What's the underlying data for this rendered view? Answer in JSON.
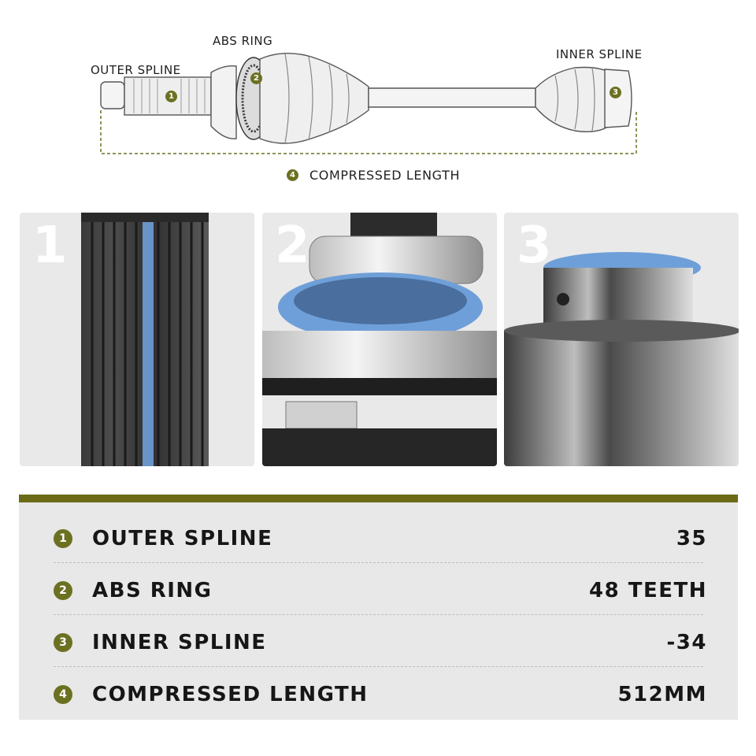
{
  "diagram": {
    "callouts": {
      "abs_ring": "ABS RING",
      "outer_spline": "OUTER SPLINE",
      "inner_spline": "INNER SPLINE"
    },
    "badges": [
      "1",
      "2",
      "3",
      "4"
    ],
    "compressed_label": "COMPRESSED LENGTH"
  },
  "panels": [
    {
      "number": "1",
      "subject": "outer spline closeup"
    },
    {
      "number": "2",
      "subject": "abs ring closeup"
    },
    {
      "number": "3",
      "subject": "inner spline closeup"
    }
  ],
  "specs": [
    {
      "badge": "1",
      "label": "OUTER SPLINE",
      "value": "35"
    },
    {
      "badge": "2",
      "label": "ABS RING",
      "value": "48 TEETH"
    },
    {
      "badge": "3",
      "label": "INNER SPLINE",
      "value": "-34"
    },
    {
      "badge": "4",
      "label": "COMPRESSED LENGTH",
      "value": "512MM"
    }
  ],
  "colors": {
    "accent_olive": "#6b7121",
    "card_bar": "#6b6b17",
    "card_bg": "#e8e8e8",
    "highlight_blue": "#6f9fd8"
  }
}
